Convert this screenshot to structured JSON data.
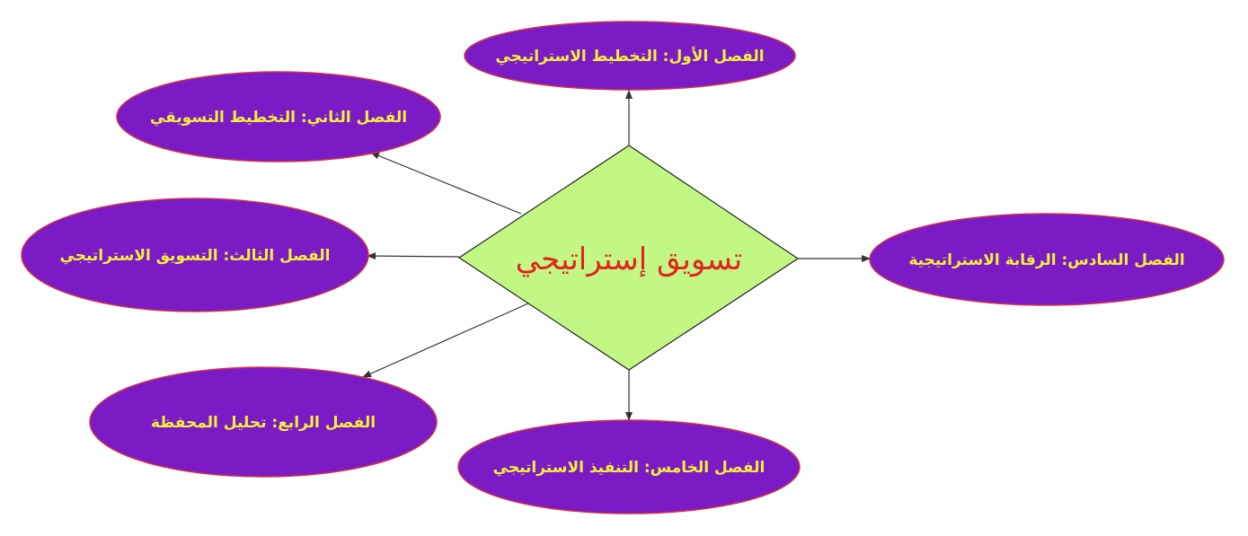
{
  "colors": {
    "node_fill": "#7b1bc6",
    "node_stroke": "#d0304a",
    "node_text": "#f5f03a",
    "center_fill": "#c2f784",
    "center_stroke": "#222222",
    "center_text": "#e0261c",
    "arrow": "#333333"
  },
  "center": {
    "label": "تسويق إستراتيجي"
  },
  "chapters": [
    {
      "label": "الفصل الأول: التخطيط الاستراتيجي"
    },
    {
      "label": "الفصل الثاني: التخطيط التسويقي"
    },
    {
      "label": "الفصل الثالث: التسويق الاستراتيجي"
    },
    {
      "label": "الفصل الرابع: تحليل المحفظة"
    },
    {
      "label": "الفصل الخامس: التنفيذ الاستراتيجي"
    },
    {
      "label": "الفصل السادس: الرقابة الاستراتيجية"
    }
  ]
}
